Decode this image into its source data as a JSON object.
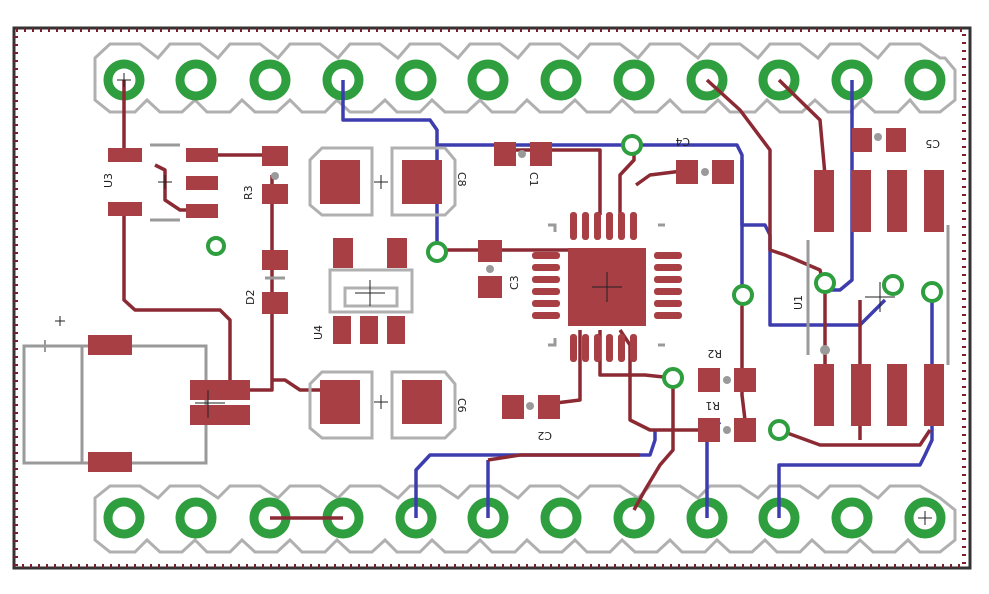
{
  "colors": {
    "background": "#ffffff",
    "outline": "#333333",
    "stitch": "#7a1f2b",
    "pad_ring": "#2e9e3e",
    "copper_top": "#a83f45",
    "trace_top": "#8c2a34",
    "trace_bottom": "#3d3db0",
    "silk": "#9a9a9a"
  },
  "labels": {
    "U3": "U3",
    "R3": "R3",
    "D2": "D2",
    "U4": "U4",
    "C8": "C8",
    "C6": "C6",
    "C1": "C1",
    "C4": "C4",
    "C3": "C3",
    "C2": "C2",
    "C5": "C5",
    "U1": "U1",
    "R2": "R2",
    "R1": "R1"
  }
}
